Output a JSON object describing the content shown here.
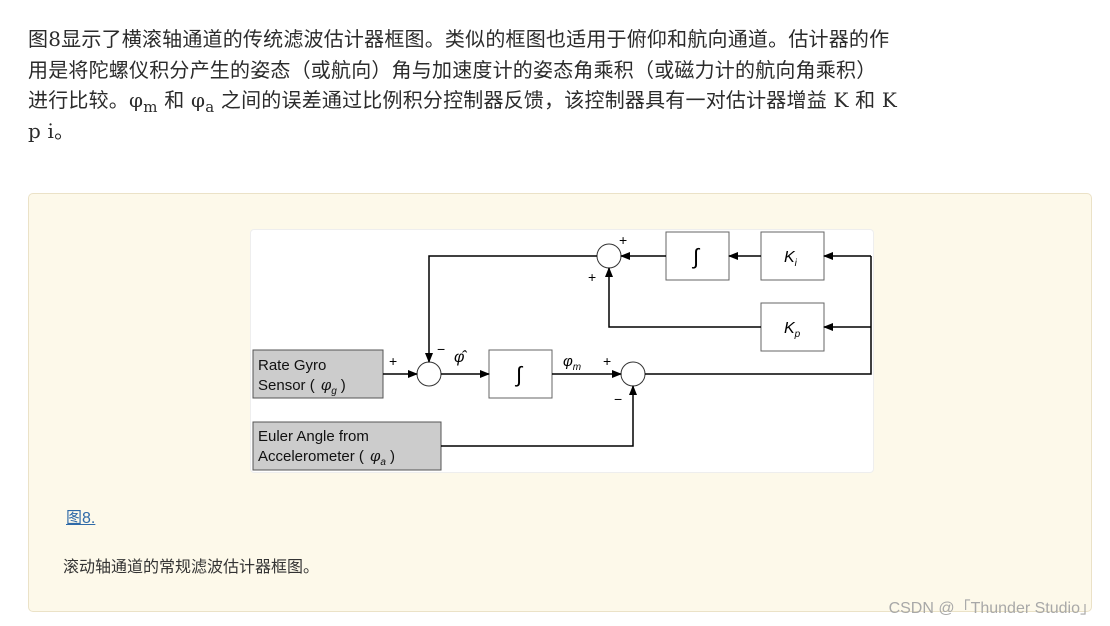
{
  "paragraph": {
    "line1": "图8显示了横滚轴通道的传统滤波估计器框图。类似的框图也适用于俯仰和航向通道。估计器的作",
    "line2": "用是将陀螺仪积分产生的姿态（或航向）角与加速度计的姿态角乘积（或磁力计的航向角乘积）",
    "line3_a": "进行比较。φ",
    "line3_sub1": "m",
    "line3_b": " 和 φ",
    "line3_sub2": "a",
    "line3_c": " 之间的误差通过比例积分控制器反馈，该控制器具有一对估计器增益 K 和 K",
    "line4": "p i。"
  },
  "diagram": {
    "gyro_line1": "Rate Gyro",
    "gyro_line2": "Sensor (",
    "gyro_sym": "φ",
    "gyro_sub": "g",
    "gyro_close": ")",
    "euler_line1": "Euler Angle from",
    "euler_line2": "Accelerometer (",
    "euler_sym": "φ",
    "euler_sub": "a",
    "euler_close": ")",
    "integral": "∫",
    "ki": "K",
    "ki_sub": "i",
    "kp": "K",
    "kp_sub": "p",
    "phi_hat": "φ̂",
    "phi_m": "φ",
    "phi_m_sub": "m",
    "plus": "+",
    "minus": "−"
  },
  "figure": {
    "link": "图8.",
    "caption": "滚动轴通道的常规滤波估计器框图。"
  },
  "watermark": "CSDN @「Thunder Studio」"
}
